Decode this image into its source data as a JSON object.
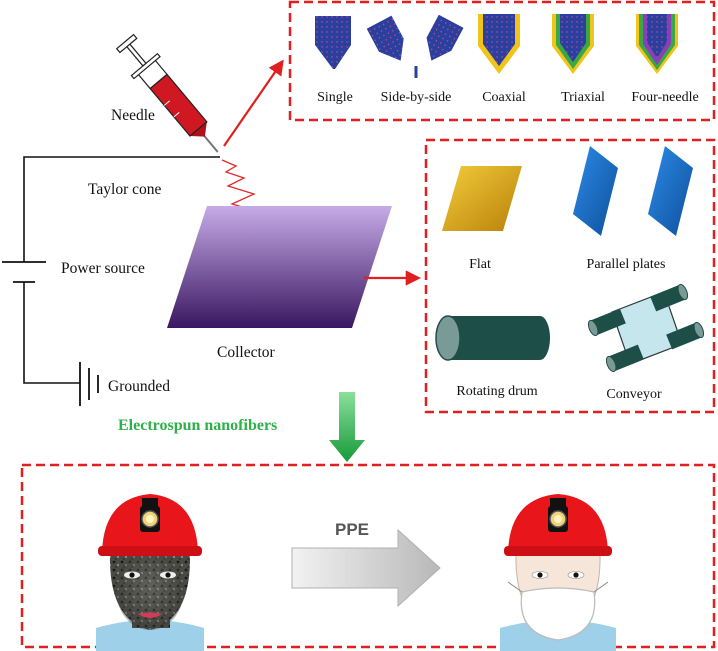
{
  "setup": {
    "needle": "Needle",
    "taylor_cone": "Taylor cone",
    "power_source": "Power source",
    "collector": "Collector",
    "grounded": "Grounded",
    "electrospun": "Electrospun nanofibers"
  },
  "spinnerets": {
    "items": [
      "Single",
      "Side-by-side",
      "Coaxial",
      "Triaxial",
      "Four-needle"
    ]
  },
  "collectors": {
    "items": [
      "Flat",
      "Parallel plates",
      "Rotating drum",
      "Conveyor"
    ]
  },
  "application": {
    "arrow_label": "PPE"
  },
  "colors": {
    "dashed_border": "#e02020",
    "arrow_red": "#e02020",
    "arrow_green": "#22a845",
    "helmet_red": "#e8161b",
    "spinneret_blue": "#2a3f9e",
    "collector_purple": "#8c5fc4",
    "flat_gold": "#e0a818",
    "plate_blue": "#1e78d0",
    "drum_green": "#1e4e48",
    "conveyor_light": "#c6e6ee"
  }
}
